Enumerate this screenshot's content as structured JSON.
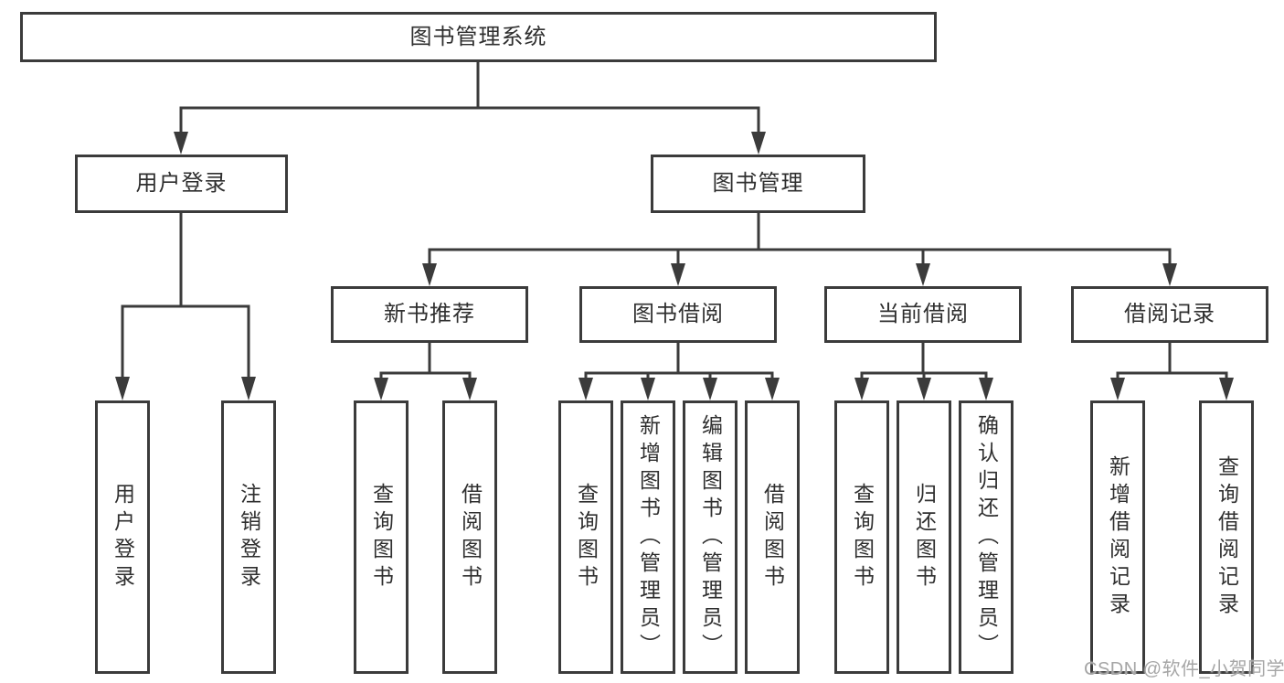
{
  "colors": {
    "line": "#3b3b3b",
    "box_border": "#3b3b3b",
    "text": "#2f2f2f",
    "watermark": "#a6a6a6",
    "background": "#ffffff"
  },
  "tree": {
    "root": "图书管理系统",
    "branches": [
      {
        "label": "用户登录",
        "children": [
          "用户登录",
          "注销登录"
        ]
      },
      {
        "label": "图书管理",
        "children": [
          {
            "label": "新书推荐",
            "children": [
              "查询图书",
              "借阅图书"
            ]
          },
          {
            "label": "图书借阅",
            "children": [
              "查询图书",
              "新增图书（管理员）",
              "编辑图书（管理员）",
              "借阅图书"
            ]
          },
          {
            "label": "当前借阅",
            "children": [
              "查询图书",
              "归还图书",
              "确认归还（管理员）"
            ]
          },
          {
            "label": "借阅记录",
            "children": [
              "新增借阅记录",
              "查询借阅记录"
            ]
          }
        ]
      }
    ]
  },
  "watermark": {
    "text": "CSDN @软件_小贺同学"
  }
}
